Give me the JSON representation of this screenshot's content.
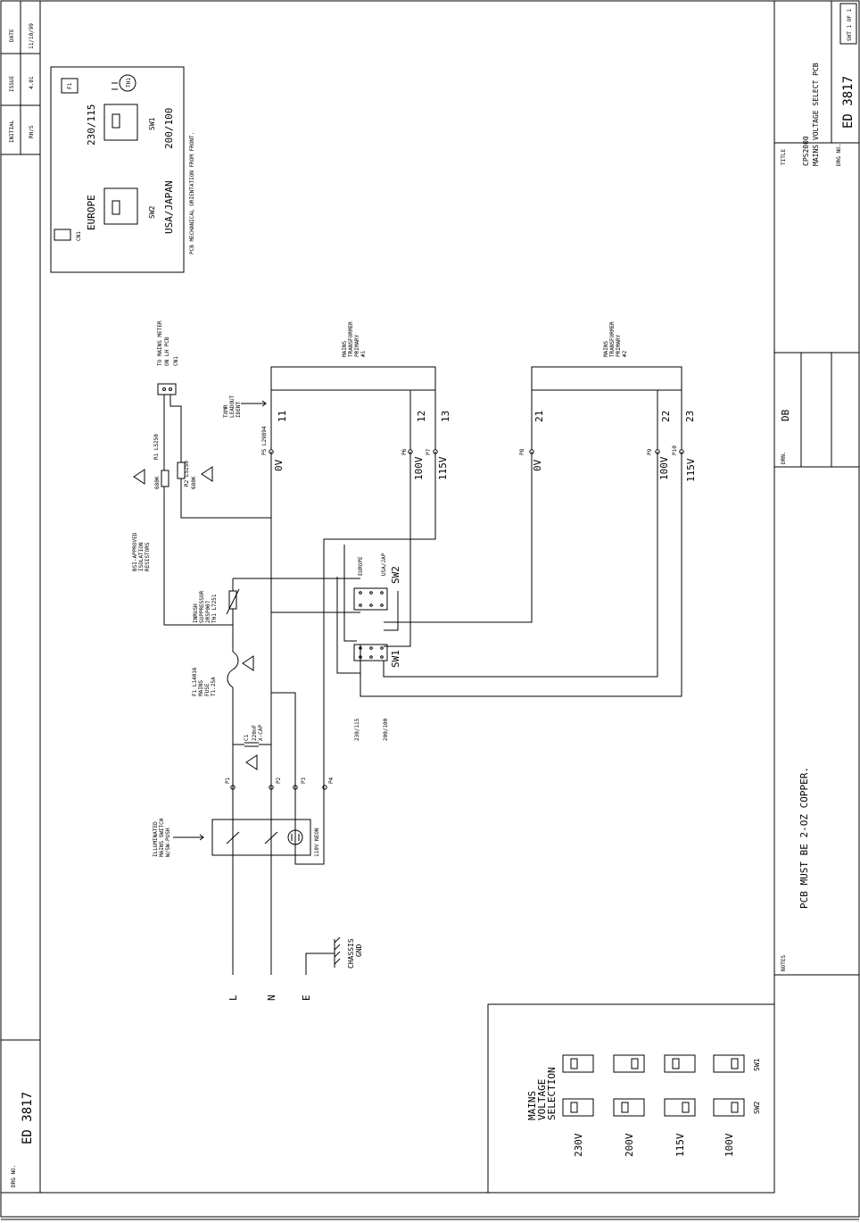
{
  "title_block": {
    "title_label": "TITLE",
    "title_line1": "CPS2000",
    "title_line2": "MAINS VOLTAGE SELECT PCB",
    "drg_no_label": "DRG NO.",
    "drg_no": "ED 3817",
    "sht_label": "SHT 1 OF 1",
    "drn_label": "DRN.",
    "drn_initials": "DB",
    "notes_label": "NOTES",
    "note_text": "PCB MUST BE 2-OZ COPPER."
  },
  "revision_block": {
    "headers": [
      "INITIAL",
      "ISSUE",
      "DATE"
    ],
    "row": [
      "RH/S",
      "4.01",
      "11/10/99"
    ]
  },
  "left_strip": {
    "drg_no_label": "DRG NO.",
    "drg_no": "ED 3817"
  },
  "pcb_view": {
    "cn1": "CN1",
    "europe": "EUROPE",
    "usa_japan": "USA/JAPAN",
    "sw2": "SW2",
    "sw1": "SW1",
    "v230_115": "230/115",
    "v200_100": "200/100",
    "th1": "TH1",
    "f1": "F1",
    "orientation_note": "PCB MECHANICAL ORIENTATION FROM FRONT."
  },
  "schematic": {
    "to_mains_meter": "TO MAINS METER",
    "on_lh_pcb": "ON LH PCB",
    "cn1": "CN1",
    "transformer1": [
      "MAINS",
      "TRANSFORMER",
      "PRIMARY",
      "#1"
    ],
    "transformer2": [
      "MAINS",
      "TRANSFORMER",
      "PRIMARY",
      "#2"
    ],
    "txmr_leadout": [
      "TXMR",
      "LEADOUT",
      "IDENT"
    ],
    "pins_t1": [
      "11",
      "12",
      "13"
    ],
    "pins_t2": [
      "21",
      "22",
      "23"
    ],
    "p5": "P5 L29894",
    "p6": "P6",
    "p7": "P7",
    "p8": "P8",
    "p9": "P9",
    "p10": "P10",
    "v0a": "0V",
    "v100a": "100V",
    "v115a": "115V",
    "v0b": "0V",
    "v100b": "100V",
    "v115b": "115V",
    "r1": "R1 L5250",
    "r1_val": "680K",
    "r2": "R2 L5250",
    "r2_val": "680K",
    "bsi": [
      "BSI-APPROVED",
      "ISOLATION",
      "RESISTORS"
    ],
    "inrush": [
      "INRUSH",
      "SUPPRESSOR",
      "2R5P007",
      "TH1  L7251"
    ],
    "fuse": [
      "F1  L14016",
      "MAINS",
      "FUSE",
      "T1.25A"
    ],
    "cap": [
      "C1",
      "220nF",
      "X-CAP"
    ],
    "switch_label": [
      "ILLUMINATED",
      "MAINS SWITCH",
      "W/SW-PUSH"
    ],
    "neon": "110V NEON",
    "p1": "P1",
    "p2": "P2",
    "p3": "P3",
    "p4": "P4",
    "europe": "EUROPE",
    "usa_jap": "USA/JAP",
    "sw2": "SW2",
    "sw1": "SW1",
    "v230_115": "230/115",
    "v200_100": "200/100",
    "chassis": "CHASSIS",
    "gnd": "GND",
    "l": "L",
    "n": "N",
    "e": "E"
  },
  "voltage_selection": {
    "heading": [
      "MAINS",
      "VOLTAGE",
      "SELECTION"
    ],
    "options": [
      "230V",
      "200V",
      "115V",
      "100V"
    ],
    "sw1": "SW1",
    "sw2": "SW2"
  }
}
